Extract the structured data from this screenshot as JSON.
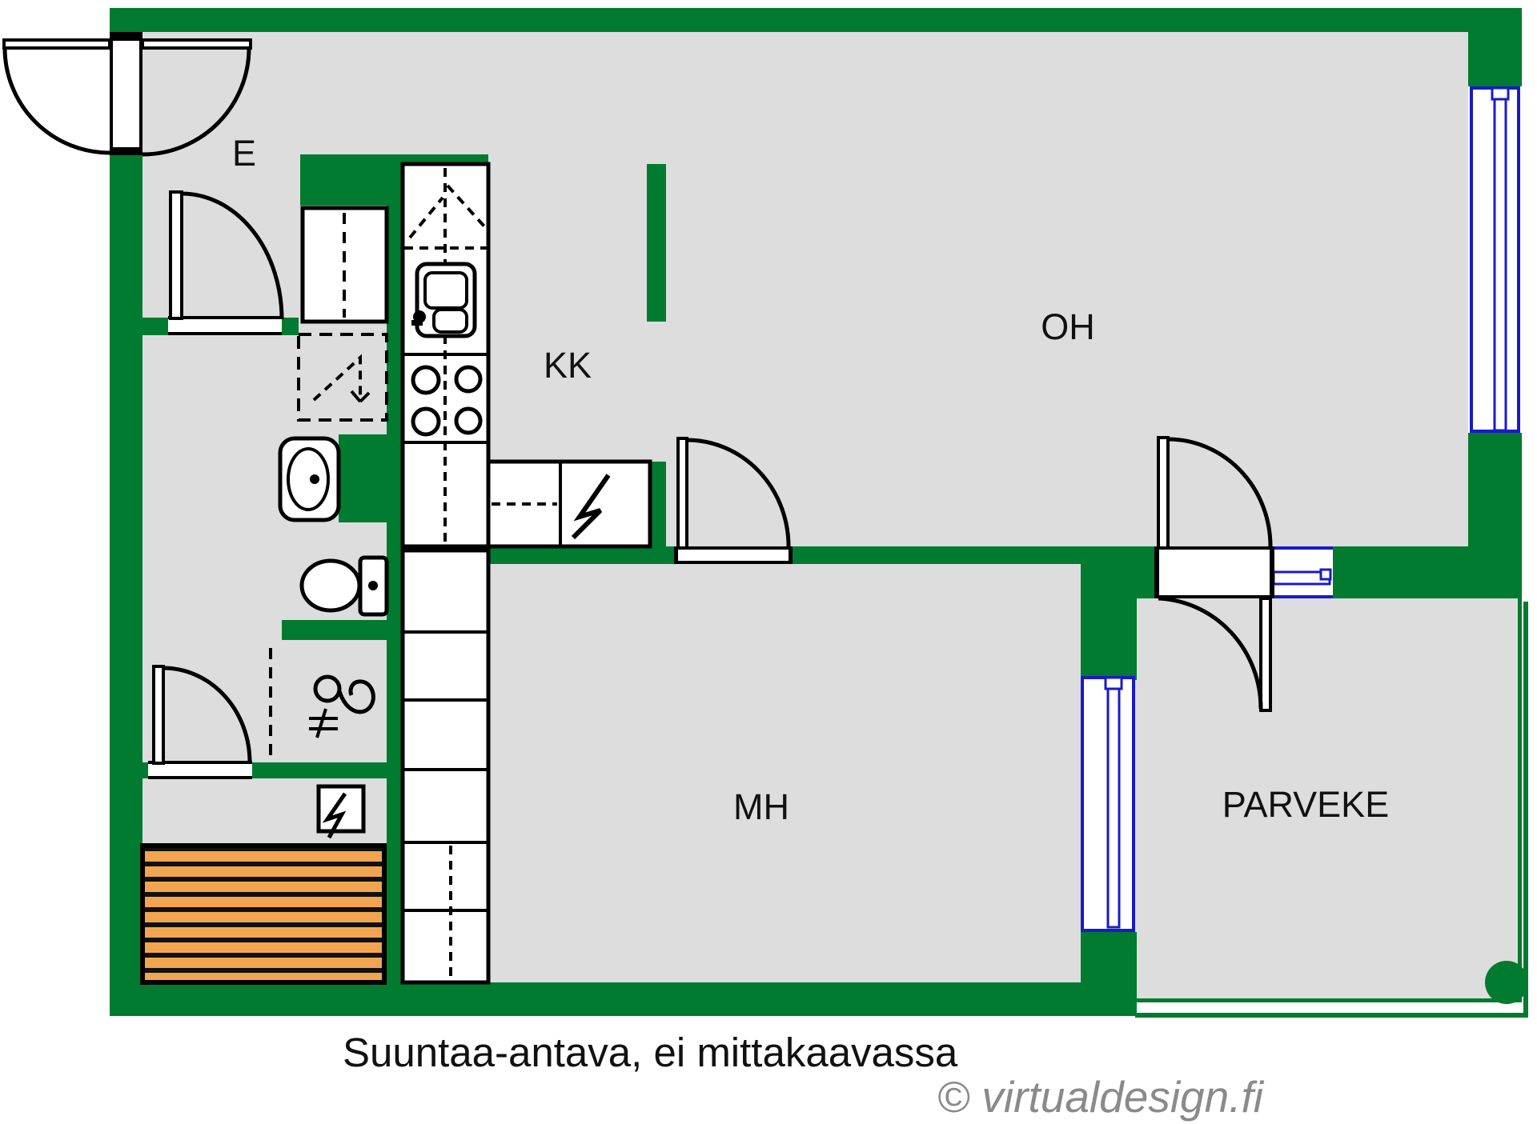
{
  "plan": {
    "type": "apartment-floor-plan",
    "rooms": {
      "entrance": "E",
      "kitchenette": "KK",
      "living_room": "OH",
      "bedroom": "MH",
      "balcony": "PARVEKE"
    },
    "footer": {
      "disclaimer": "Suuntaa-antava, ei mittakaavassa",
      "copyright": "© virtualdesign.fi"
    },
    "icons": [
      "entrance-door-icon",
      "interior-door-icon",
      "balcony-door-icon",
      "window-icon",
      "wardrobe-icon",
      "fridge-icon",
      "kitchen-sink-icon",
      "stove-burners-icon",
      "shower-reservation-icon",
      "washbasin-icon",
      "toilet-icon",
      "shower-mixer-icon",
      "electric-heater-icon",
      "sauna-benches-icon",
      "drain-icon"
    ],
    "colors": {
      "wall": "#007B2F",
      "floor": "#DDDDDD",
      "bench_wood": "#F2A550",
      "bench_gap": "#111111",
      "window": "#1A1AC8",
      "line": "#000000",
      "label": "#111111",
      "copyright": "#8A8A8A",
      "background": "#FFFFFF"
    }
  }
}
